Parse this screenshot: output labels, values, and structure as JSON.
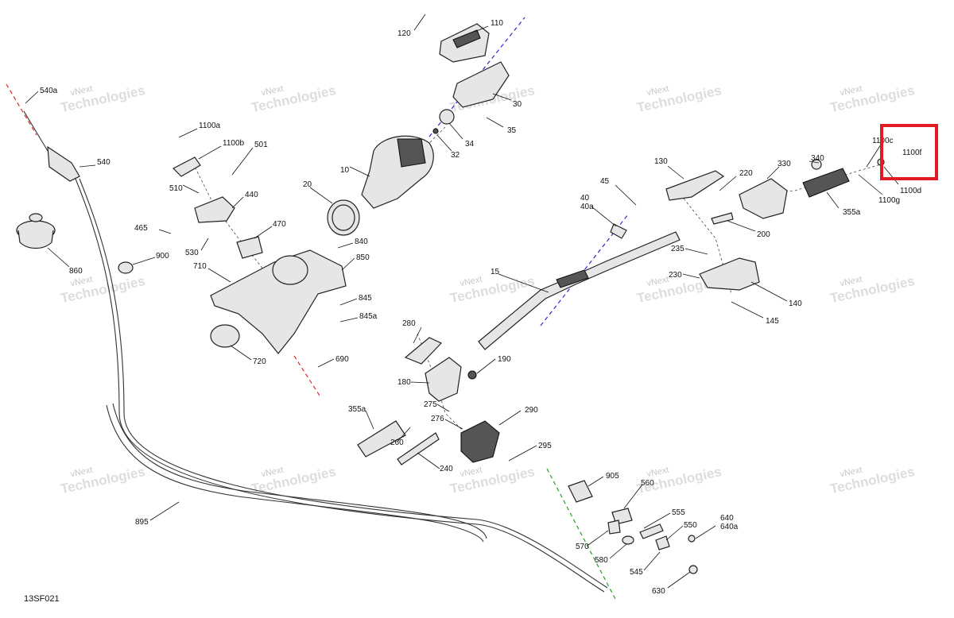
{
  "diagram_code": "13SF021",
  "watermark": {
    "line1": "vNext",
    "line2": "Technologies"
  },
  "parts": {
    "p110": "110",
    "p120": "120",
    "p30": "30",
    "p35": "35",
    "p34": "34",
    "p32": "32",
    "p10": "10",
    "p540a": "540a",
    "p540": "540",
    "p860": "860",
    "p900": "900",
    "p1100a": "1100a",
    "p1100b": "1100b",
    "p501": "501",
    "p510": "510",
    "p440": "440",
    "p465": "465",
    "p530": "530",
    "p470": "470",
    "p20": "20",
    "p710": "710",
    "p840": "840",
    "p850": "850",
    "p845": "845",
    "p845a": "845a",
    "p720": "720",
    "p690": "690",
    "p45": "45",
    "p40": "40",
    "p40a": "40a",
    "p15": "15",
    "p130": "130",
    "p220": "220",
    "p330": "330",
    "p340": "340",
    "p1100c": "1100c",
    "p1100f": "1100f",
    "p1100d": "1100d",
    "p1100g": "1100g",
    "p355a_r": "355a",
    "p200": "200",
    "p235": "235",
    "p230": "230",
    "p140": "140",
    "p145": "145",
    "p280": "280",
    "p190": "190",
    "p180": "180",
    "p275": "275",
    "p276": "276",
    "p290": "290",
    "p355a_l": "355a",
    "p260": "260",
    "p240": "240",
    "p295": "295",
    "p895": "895",
    "p905": "905",
    "p560": "560",
    "p555": "555",
    "p550": "550",
    "p640": "640",
    "p640a": "640a",
    "p570": "570",
    "p580": "580",
    "p545": "545",
    "p630": "630"
  },
  "highlight": {
    "target": "1100f",
    "color": "#e11b22"
  }
}
